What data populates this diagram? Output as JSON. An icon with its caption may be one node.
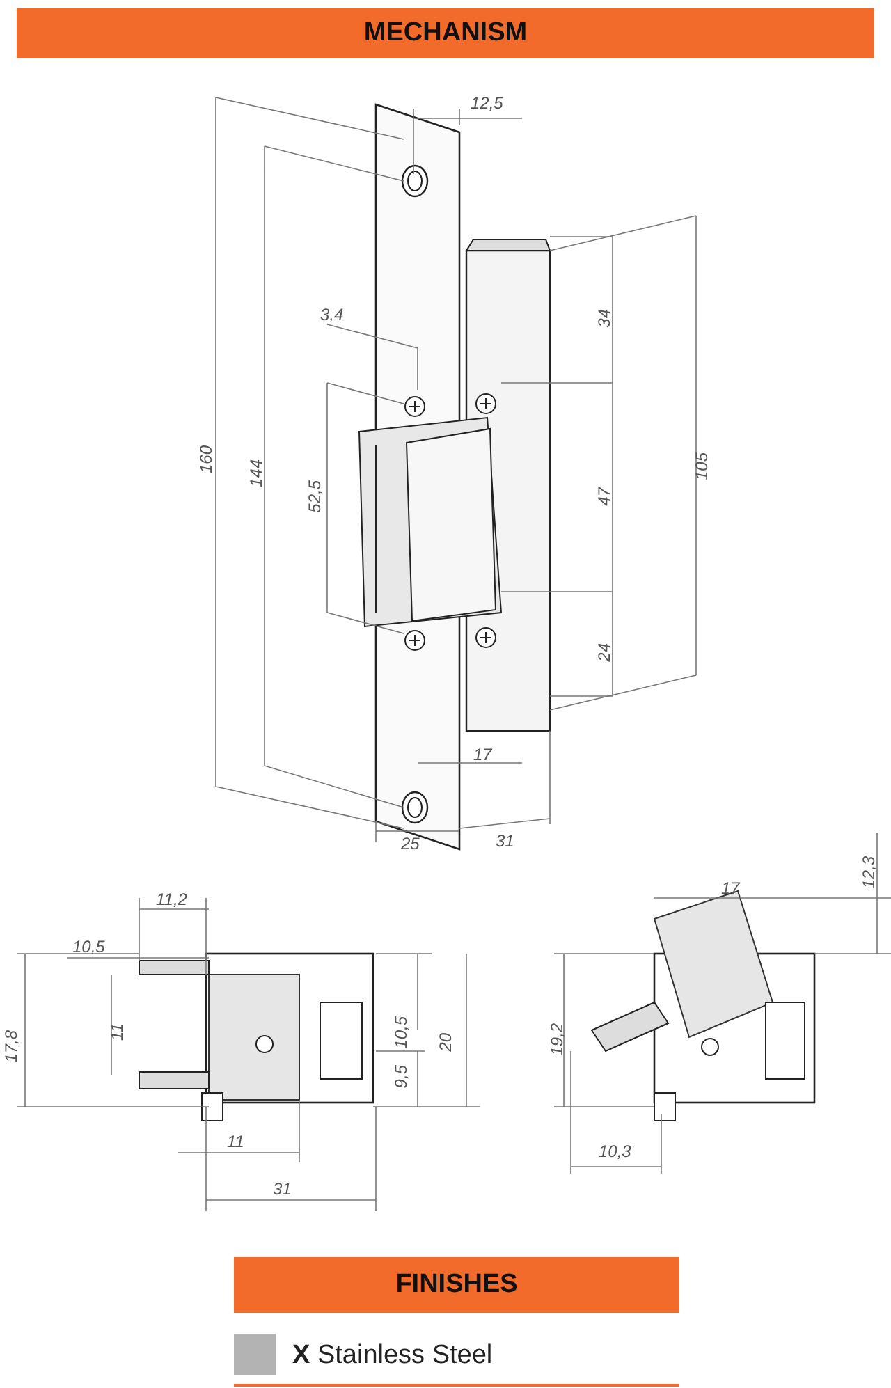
{
  "diagram": {
    "title": "MECHANISM",
    "labels": [
      "12,5",
      "3,4",
      "160",
      "144",
      "52,5",
      "34",
      "47",
      "105",
      "24",
      "17",
      "25",
      "31",
      "11,2",
      "10,5",
      "17,8",
      "11",
      "10,5",
      "20",
      "9,5",
      "11",
      "31",
      "17",
      "12,3",
      "19,2",
      "10,3",
      "FINISHES"
    ],
    "legend": [
      {
        "text": "**X** Stainless Steel",
        "color": "#b3b3b3"
      }
    ]
  }
}
